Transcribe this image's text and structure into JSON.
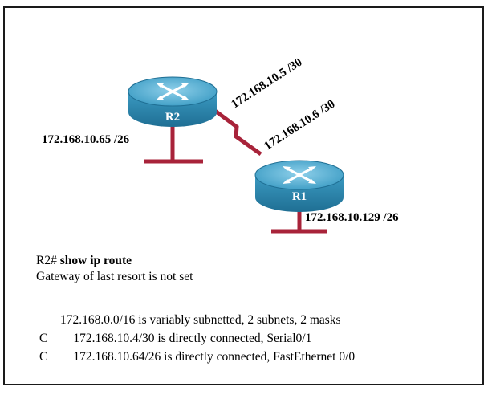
{
  "routers": {
    "r2": {
      "name": "R2",
      "lan_ip": "172.168.10.65 /26",
      "serial_ip": "172.168.10.5 /30"
    },
    "r1": {
      "name": "R1",
      "lan_ip": "172.168.10.129 /26",
      "serial_ip": "172.168.10.6 /30"
    }
  },
  "colors": {
    "router_body": "#2f8fb8",
    "router_top": "#5db3d6",
    "link": "#a8233a"
  },
  "terminal": {
    "prompt": "R2#",
    "command": "show ip route",
    "gateway_line": "Gateway of last resort is not set",
    "summary_line": "172.168.0.0/16 is variably subnetted, 2 subnets, 2 masks",
    "routes": [
      {
        "code": "C",
        "text": "172.168.10.4/30 is directly connected, Serial0/1"
      },
      {
        "code": "C",
        "text": "172.168.10.64/26 is directly connected, FastEthernet 0/0"
      }
    ]
  }
}
